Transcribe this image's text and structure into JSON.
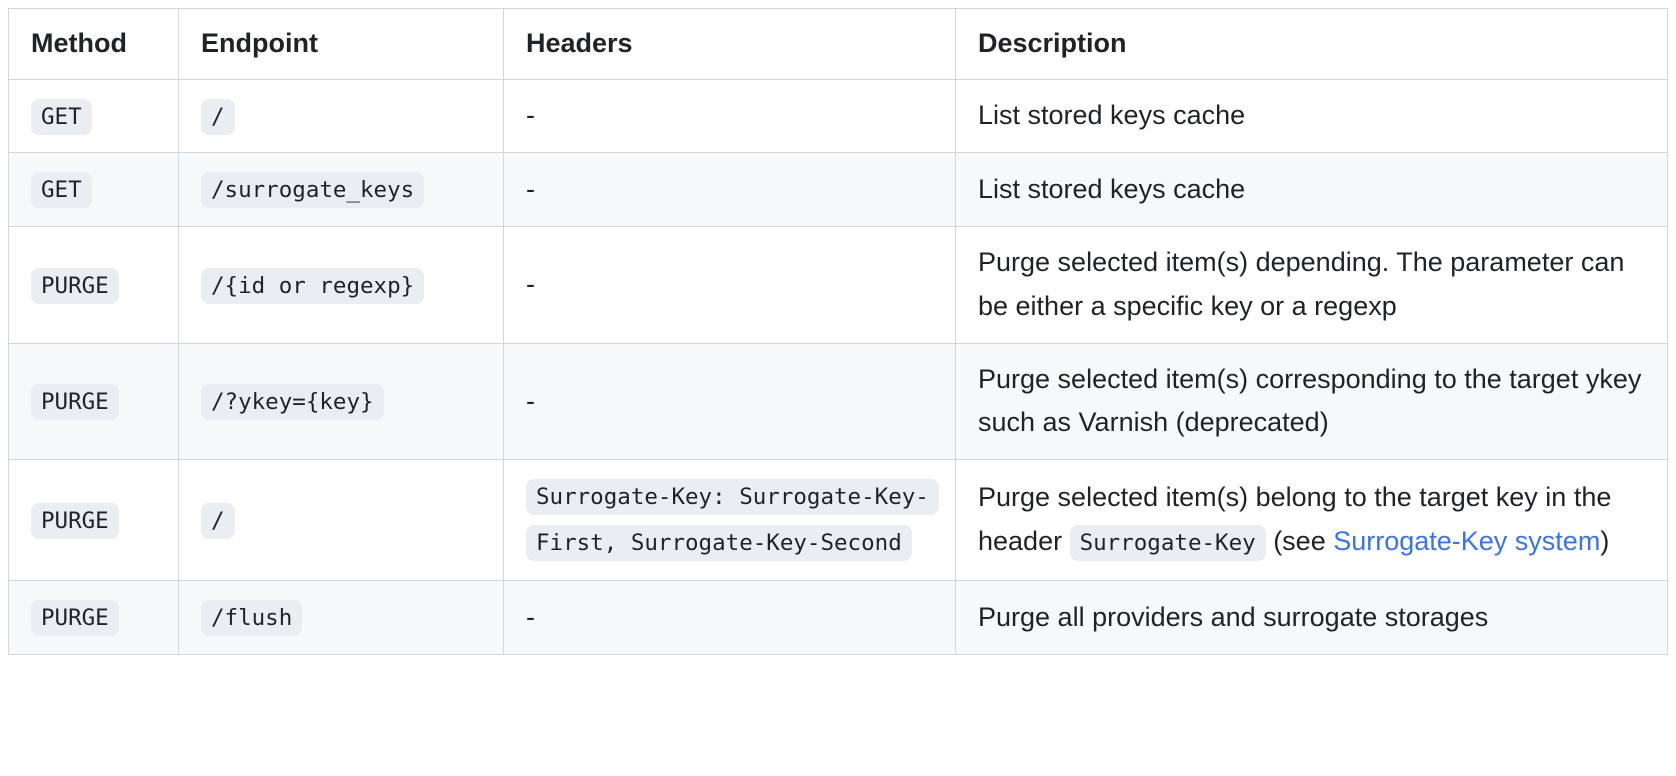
{
  "table": {
    "columns": [
      "Method",
      "Endpoint",
      "Headers",
      "Description"
    ],
    "rows": [
      {
        "method": "GET",
        "endpoint": "/",
        "headers": "-",
        "headers_is_code": false,
        "description_prefix": "List stored keys cache",
        "description_code": "",
        "description_middle": "",
        "description_link": "",
        "description_suffix": ""
      },
      {
        "method": "GET",
        "endpoint": "/surrogate_keys",
        "headers": "-",
        "headers_is_code": false,
        "description_prefix": "List stored keys cache",
        "description_code": "",
        "description_middle": "",
        "description_link": "",
        "description_suffix": ""
      },
      {
        "method": "PURGE",
        "endpoint": "/{id or regexp}",
        "headers": "-",
        "headers_is_code": false,
        "description_prefix": "Purge selected item(s) depending. The parameter can be either a specific key or a regexp",
        "description_code": "",
        "description_middle": "",
        "description_link": "",
        "description_suffix": ""
      },
      {
        "method": "PURGE",
        "endpoint": "/?ykey={key}",
        "headers": "-",
        "headers_is_code": false,
        "description_prefix": "Purge selected item(s) corresponding to the target ykey such as Varnish (deprecated)",
        "description_code": "",
        "description_middle": "",
        "description_link": "",
        "description_suffix": ""
      },
      {
        "method": "PURGE",
        "endpoint": "/",
        "headers": "Surrogate-Key: Surrogate-Key-First, Surrogate-Key-Second",
        "headers_is_code": true,
        "description_prefix": "Purge selected item(s) belong to the target key in the header ",
        "description_code": "Surrogate-Key",
        "description_middle": " (see ",
        "description_link": "Surrogate-Key system",
        "description_suffix": ")"
      },
      {
        "method": "PURGE",
        "endpoint": "/flush",
        "headers": "-",
        "headers_is_code": false,
        "description_prefix": "Purge all providers and surrogate storages",
        "description_code": "",
        "description_middle": "",
        "description_link": "",
        "description_suffix": ""
      }
    ]
  },
  "colors": {
    "border": "#d0d7de",
    "code_background": "#eaeef2",
    "row_stripe": "#f6f8fa",
    "text": "#1f2328",
    "link": "#3b73e8"
  }
}
